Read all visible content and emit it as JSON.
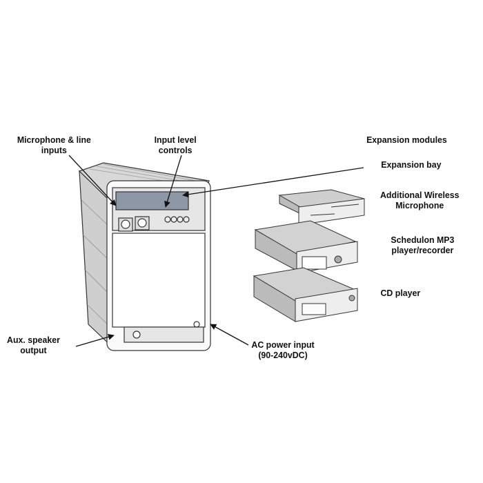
{
  "labels": {
    "mic_inputs": [
      "Microphone & line",
      "inputs"
    ],
    "input_level": [
      "Input level",
      "controls"
    ],
    "expansion_modules": "Expansion modules",
    "expansion_bay": "Expansion bay",
    "wireless_mic": [
      "Additional Wireless",
      "Microphone"
    ],
    "mp3": [
      "Schedulon MP3",
      "player/recorder"
    ],
    "cd": "CD player",
    "aux": [
      "Aux. speaker",
      "output"
    ],
    "ac": [
      "AC power input",
      "(90-240vDC)"
    ]
  }
}
